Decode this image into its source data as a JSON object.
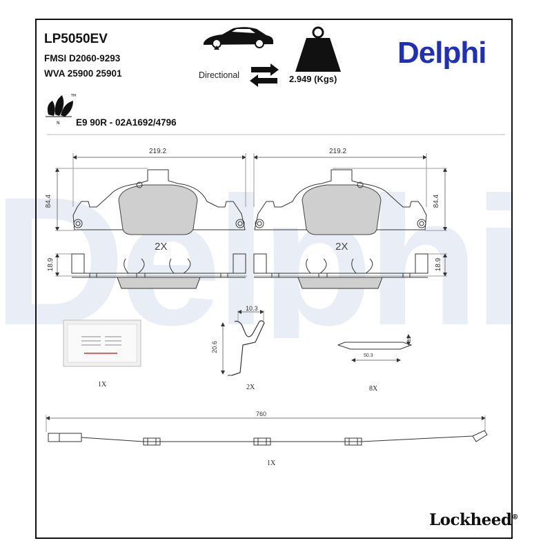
{
  "header": {
    "part_number": "LP5050EV",
    "fmsi": "FMSI D2060-9293",
    "wva": "WVA 25900 25901",
    "directional_label": "Directional",
    "weight": "2.949 (Kgs)",
    "ece_approval": "E9 90R - 02A1692/4796",
    "brand": "Delphi",
    "footer_brand": "Lockheed"
  },
  "dimensions": {
    "pad_width_left": "219.2",
    "pad_width_right": "219.2",
    "pad_height_left": "84.4",
    "pad_height_right": "84.4",
    "pad_thickness_left": "18.9",
    "pad_thickness_right": "18.9",
    "clip_width": "10.3",
    "clip_height": "20.6",
    "shim_width": "50.3",
    "shim_height": "11",
    "sensor_length": "760"
  },
  "quantities": {
    "pads_left": "2X",
    "pads_right": "2X",
    "grease_sachet": "1X",
    "clip": "2X",
    "shim": "8X",
    "sensor": "1X"
  },
  "icons": [
    "car-icon",
    "weight-icon",
    "direction-arrows-icon",
    "eco-leaves-icon",
    "grease-sachet-icon"
  ],
  "colors": {
    "brand_blue": "#1e2fb8",
    "watermark": "#e6ebf5"
  }
}
